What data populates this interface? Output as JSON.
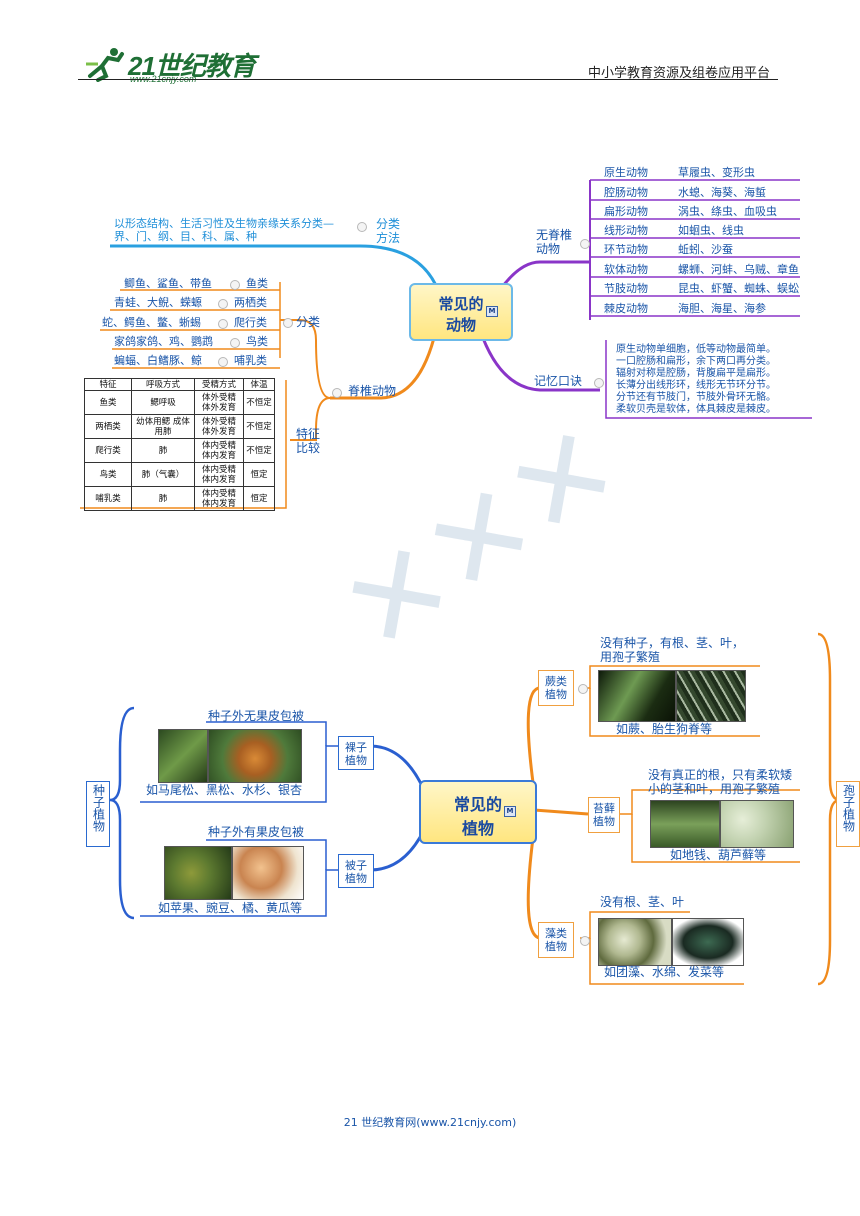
{
  "header": {
    "logo_text": "21世纪教育",
    "logo_url": "www.21cnjy.com",
    "platform": "中小学教育资源及组卷应用平台"
  },
  "animals": {
    "center": "常见的动物",
    "center_line1": "常见的",
    "center_line2": "动物",
    "method_text": "以形态结构、生活习性及生物亲缘关系分类—界、门、纲、目、科、属、种",
    "method_line1": "以形态结构、生活习性及生物亲缘关系分类—",
    "method_line2": "界、门、纲、目、科、属、种",
    "method_label1": "分类",
    "method_label2": "方法",
    "invertebrate_label1": "无脊椎",
    "invertebrate_label2": "动物",
    "invertebrates": [
      {
        "group": "原生动物",
        "examples": "草履虫、变形虫"
      },
      {
        "group": "腔肠动物",
        "examples": "水螅、海葵、海蜇"
      },
      {
        "group": "扁形动物",
        "examples": "涡虫、绦虫、血吸虫"
      },
      {
        "group": "线形动物",
        "examples": "如蛔虫、线虫"
      },
      {
        "group": "环节动物",
        "examples": "蚯蚓、沙蚕"
      },
      {
        "group": "软体动物",
        "examples": "螺蛳、河蚌、乌贼、章鱼"
      },
      {
        "group": "节肢动物",
        "examples": "昆虫、虾蟹、蜘蛛、蜈蚣"
      },
      {
        "group": "棘皮动物",
        "examples": "海胆、海星、海参"
      }
    ],
    "mnemonic_label": "记忆口诀",
    "mnemonic_lines": [
      "原生动物单细胞，低等动物最简单。",
      "一口腔肠和扁形，余下两口再分类。",
      "辐射对称是腔肠，背腹扁平是扁形。",
      "长薄分出线形环，线形无节环分节。",
      "分节还有节肢门，节肢外骨环无骼。",
      "柔软贝壳是软体，体具棘皮是棘皮。"
    ],
    "vertebrate_label": "脊椎动物",
    "classify_label": "分类",
    "vertebrate_classes": [
      {
        "examples": "鲫鱼、鲨鱼、带鱼",
        "class": "鱼类"
      },
      {
        "examples": "青蛙、大鲵、蝾螈",
        "class": "两栖类"
      },
      {
        "examples": "蛇、鳄鱼、鳖、蜥蜴",
        "class": "爬行类"
      },
      {
        "examples": "家鸽家鸽、鸡、鹦鹉",
        "class": "鸟类"
      },
      {
        "examples": "蝙蝠、白鳍豚、鲸",
        "class": "哺乳类"
      }
    ],
    "compare_label1": "特征",
    "compare_label2": "比较",
    "table": {
      "headers": [
        "特征",
        "呼吸方式",
        "受精方式",
        "体温"
      ],
      "rows": [
        [
          "鱼类",
          "鳃呼吸",
          "体外受精 体外发育",
          "不恒定"
        ],
        [
          "两栖类",
          "幼体用鳃 成体用肺",
          "体外受精 体外发育",
          "不恒定"
        ],
        [
          "爬行类",
          "肺",
          "体内受精 体内发育",
          "不恒定"
        ],
        [
          "鸟类",
          "肺（气囊）",
          "体内受精 体内发育",
          "恒定"
        ],
        [
          "哺乳类",
          "肺",
          "体内受精 体内发育",
          "恒定"
        ]
      ]
    }
  },
  "plants": {
    "center_line1": "常见的",
    "center_line2": "植物",
    "seed_plants": "种子植物",
    "spore_plants": "孢子植物",
    "gymnosperm": "裸子植物",
    "gymnosperm_desc": "种子外无果皮包被",
    "gymnosperm_examples": "如马尾松、黑松、水杉、银杏",
    "angiosperm": "被子植物",
    "angiosperm_desc": "种子外有果皮包被",
    "angiosperm_examples": "如苹果、豌豆、橘、黄瓜等",
    "fern": "蕨类植物",
    "fern_desc1": "没有种子，有根、茎、叶，",
    "fern_desc2": "用孢子繁殖",
    "fern_examples": "如蕨、胎生狗脊等",
    "moss": "苔藓植物",
    "moss_desc1": "没有真正的根，只有柔软矮",
    "moss_desc2": "小的茎和叶，用孢子繁殖",
    "moss_examples": "如地钱、葫芦藓等",
    "algae": "藻类植物",
    "algae_desc": "没有根、茎、叶",
    "algae_examples": "如团藻、水绵、发菜等"
  },
  "footer": "21 世纪教育网(www.21cnjy.com)",
  "colors": {
    "invertebrate": "#8a35c8",
    "vertebrate": "#f08a1c",
    "method": "#2aa0e0",
    "plant_blue": "#2a5fd0"
  }
}
